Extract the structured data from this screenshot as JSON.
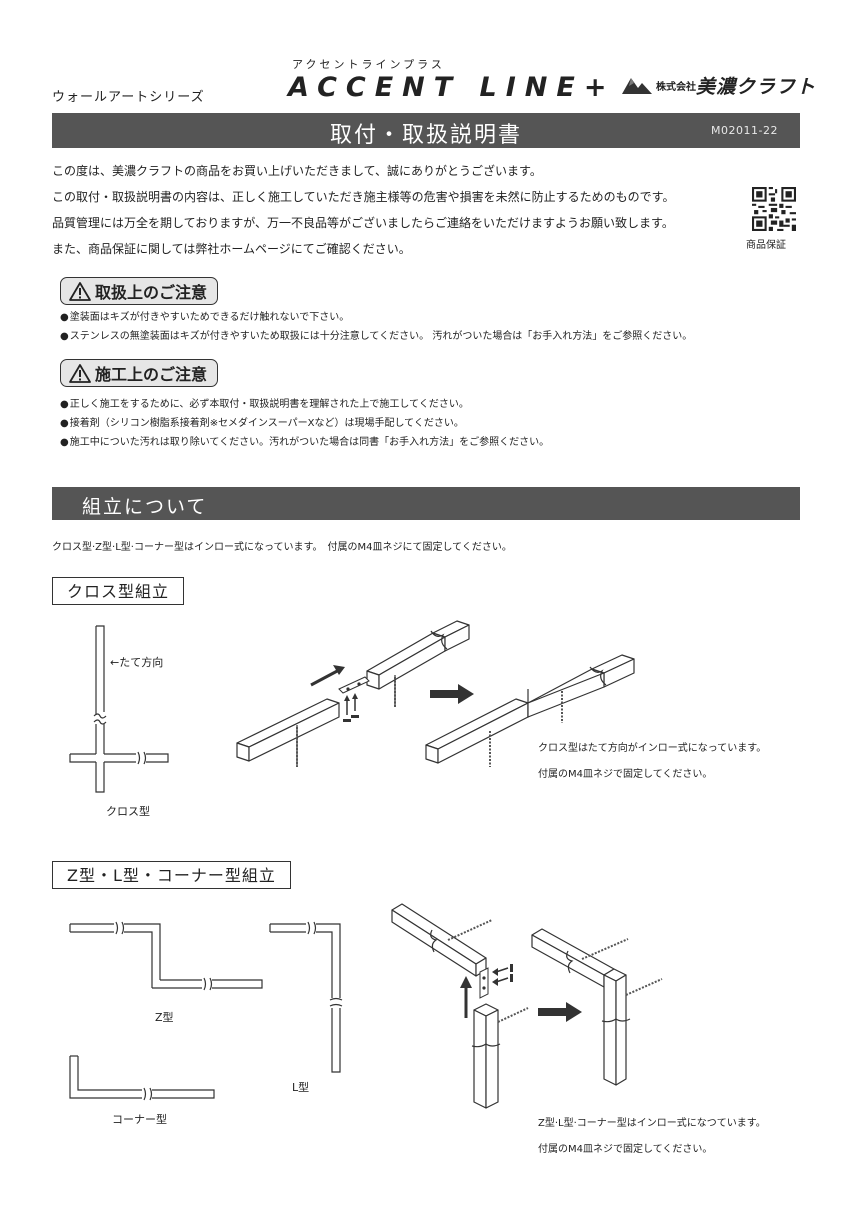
{
  "header": {
    "series": "ウォールアートシリーズ",
    "product_kana": "アクセントラインプラス",
    "product_name": "ACCENT LINE+",
    "maker_prefix": "株式会社",
    "maker_name": "美濃クラフト"
  },
  "title": {
    "text": "取付・取扱説明書",
    "code": "M02011-22"
  },
  "intro": [
    "この度は、美濃クラフトの商品をお買い上げいただきまして、誠にありがとうございます。",
    "この取付・取扱説明書の内容は、正しく施工していただき施主様等の危害や損害を未然に防止するためのものです。",
    "品質管理には万全を期しておりますが、万一不良品等がございましたらご連絡をいただけますようお願い致します。",
    "また、商品保証に関しては弊社ホームページにてご確認ください。"
  ],
  "qr_label": "商品保証",
  "handling": {
    "heading": "取扱上のご注意",
    "items": [
      "塗装面はキズが付きやすいためできるだけ触れないで下さい。",
      "ステンレスの無塗装面はキズが付きやすいため取扱には十分注意してください。 汚れがついた場合は「お手入れ方法」をご参照ください。"
    ]
  },
  "construction": {
    "heading": "施工上のご注意",
    "items": [
      "正しく施工をするために、必ず本取付・取扱説明書を理解された上で施工してください。",
      "接着剤（シリコン樹脂系接着剤※セメダインスーパーXなど）は現場手配してください。",
      "施工中についた汚れは取り除いてください。汚れがついた場合は同書「お手入れ方法」をご参照ください。"
    ]
  },
  "assembly": {
    "heading": "組立について",
    "note": "クロス型·Z型·L型·コーナー型はインロー式になっています。　付属のM4皿ネジにて固定してください。",
    "cross": {
      "label": "クロス型組立",
      "arrow_label": "←たて方向",
      "shape_caption": "クロス型",
      "desc": [
        "クロス型はたて方向がインロー式になっています。",
        "付属のM4皿ネジで固定してください。"
      ]
    },
    "zl": {
      "label": "Z型・L型・コーナー型組立",
      "z_caption": "Z型",
      "l_caption": "L型",
      "corner_caption": "コーナー型",
      "desc": [
        "Z型·L型·コーナー型はインロー式になつています。",
        "付属のM4皿ネジで固定してください。"
      ]
    }
  },
  "colors": {
    "bar": "#555555",
    "badge_bg": "#e6e6e6",
    "text": "#222222"
  }
}
